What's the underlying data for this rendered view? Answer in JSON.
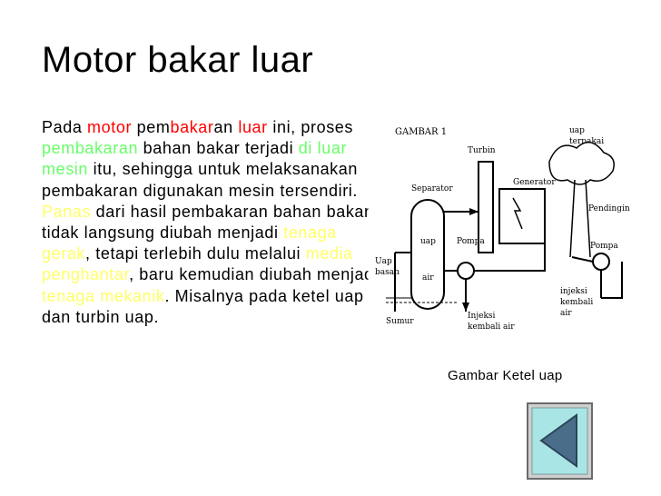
{
  "slide": {
    "title": "Motor bakar luar",
    "paragraph": [
      {
        "t": "Pada ",
        "c": ""
      },
      {
        "t": "motor",
        "c": "red"
      },
      {
        "t": " pem",
        "c": ""
      },
      {
        "t": "bakar",
        "c": "red"
      },
      {
        "t": "an ",
        "c": ""
      },
      {
        "t": "luar",
        "c": "red"
      },
      {
        "t": " ini, proses ",
        "c": ""
      },
      {
        "t": "pembakaran",
        "c": "green"
      },
      {
        "t": " bahan bakar terjadi ",
        "c": ""
      },
      {
        "t": "di luar mesin",
        "c": "green"
      },
      {
        "t": " itu, sehingga untuk melaksanakan pembakaran digunakan mesin tersendiri. ",
        "c": ""
      },
      {
        "t": "Panas",
        "c": "yellow"
      },
      {
        "t": " dari hasil pembakaran bahan bakar tidak langsung diubah menjadi ",
        "c": ""
      },
      {
        "t": "tenaga gerak",
        "c": "yellow"
      },
      {
        "t": ", tetapi terlebih dulu melalui ",
        "c": ""
      },
      {
        "t": "media penghantar",
        "c": "yellow"
      },
      {
        "t": ", baru kemudian diubah menjadi ",
        "c": ""
      },
      {
        "t": "tenaga mekanik",
        "c": "yellow"
      },
      {
        "t": ". Misalnya pada ketel uap dan turbin uap.",
        "c": ""
      }
    ],
    "caption": "Gambar Ketel uap"
  },
  "diagram": {
    "label_gambar": "GAMBAR 1",
    "label_turbin": "Turbin",
    "label_generator": "Generator",
    "label_separator": "Separator",
    "label_uap_top": "uap",
    "label_terpakai": "terpakai",
    "label_uap": "uap",
    "label_air": "air",
    "label_pompa1": "Pompa",
    "label_pendingin": "Pendingin",
    "label_pompa2": "Pompa",
    "label_uap_basah1": "Uap",
    "label_uap_basah2": "basah",
    "label_sumur": "Sumur",
    "label_injeksi1_a": "Injeksi",
    "label_injeksi1_b": "kembali air",
    "label_injeksi2_a": "injeksi",
    "label_injeksi2_b": "kembali",
    "label_injeksi2_c": "air"
  },
  "colors": {
    "highlight_red": "#ff0000",
    "highlight_green": "#66ff66",
    "highlight_yellow": "#ffff66",
    "button_fill": "#a9e5e5",
    "button_arrow": "#4a6e8a"
  },
  "icons": {
    "back_button": "triangle-left-icon"
  }
}
